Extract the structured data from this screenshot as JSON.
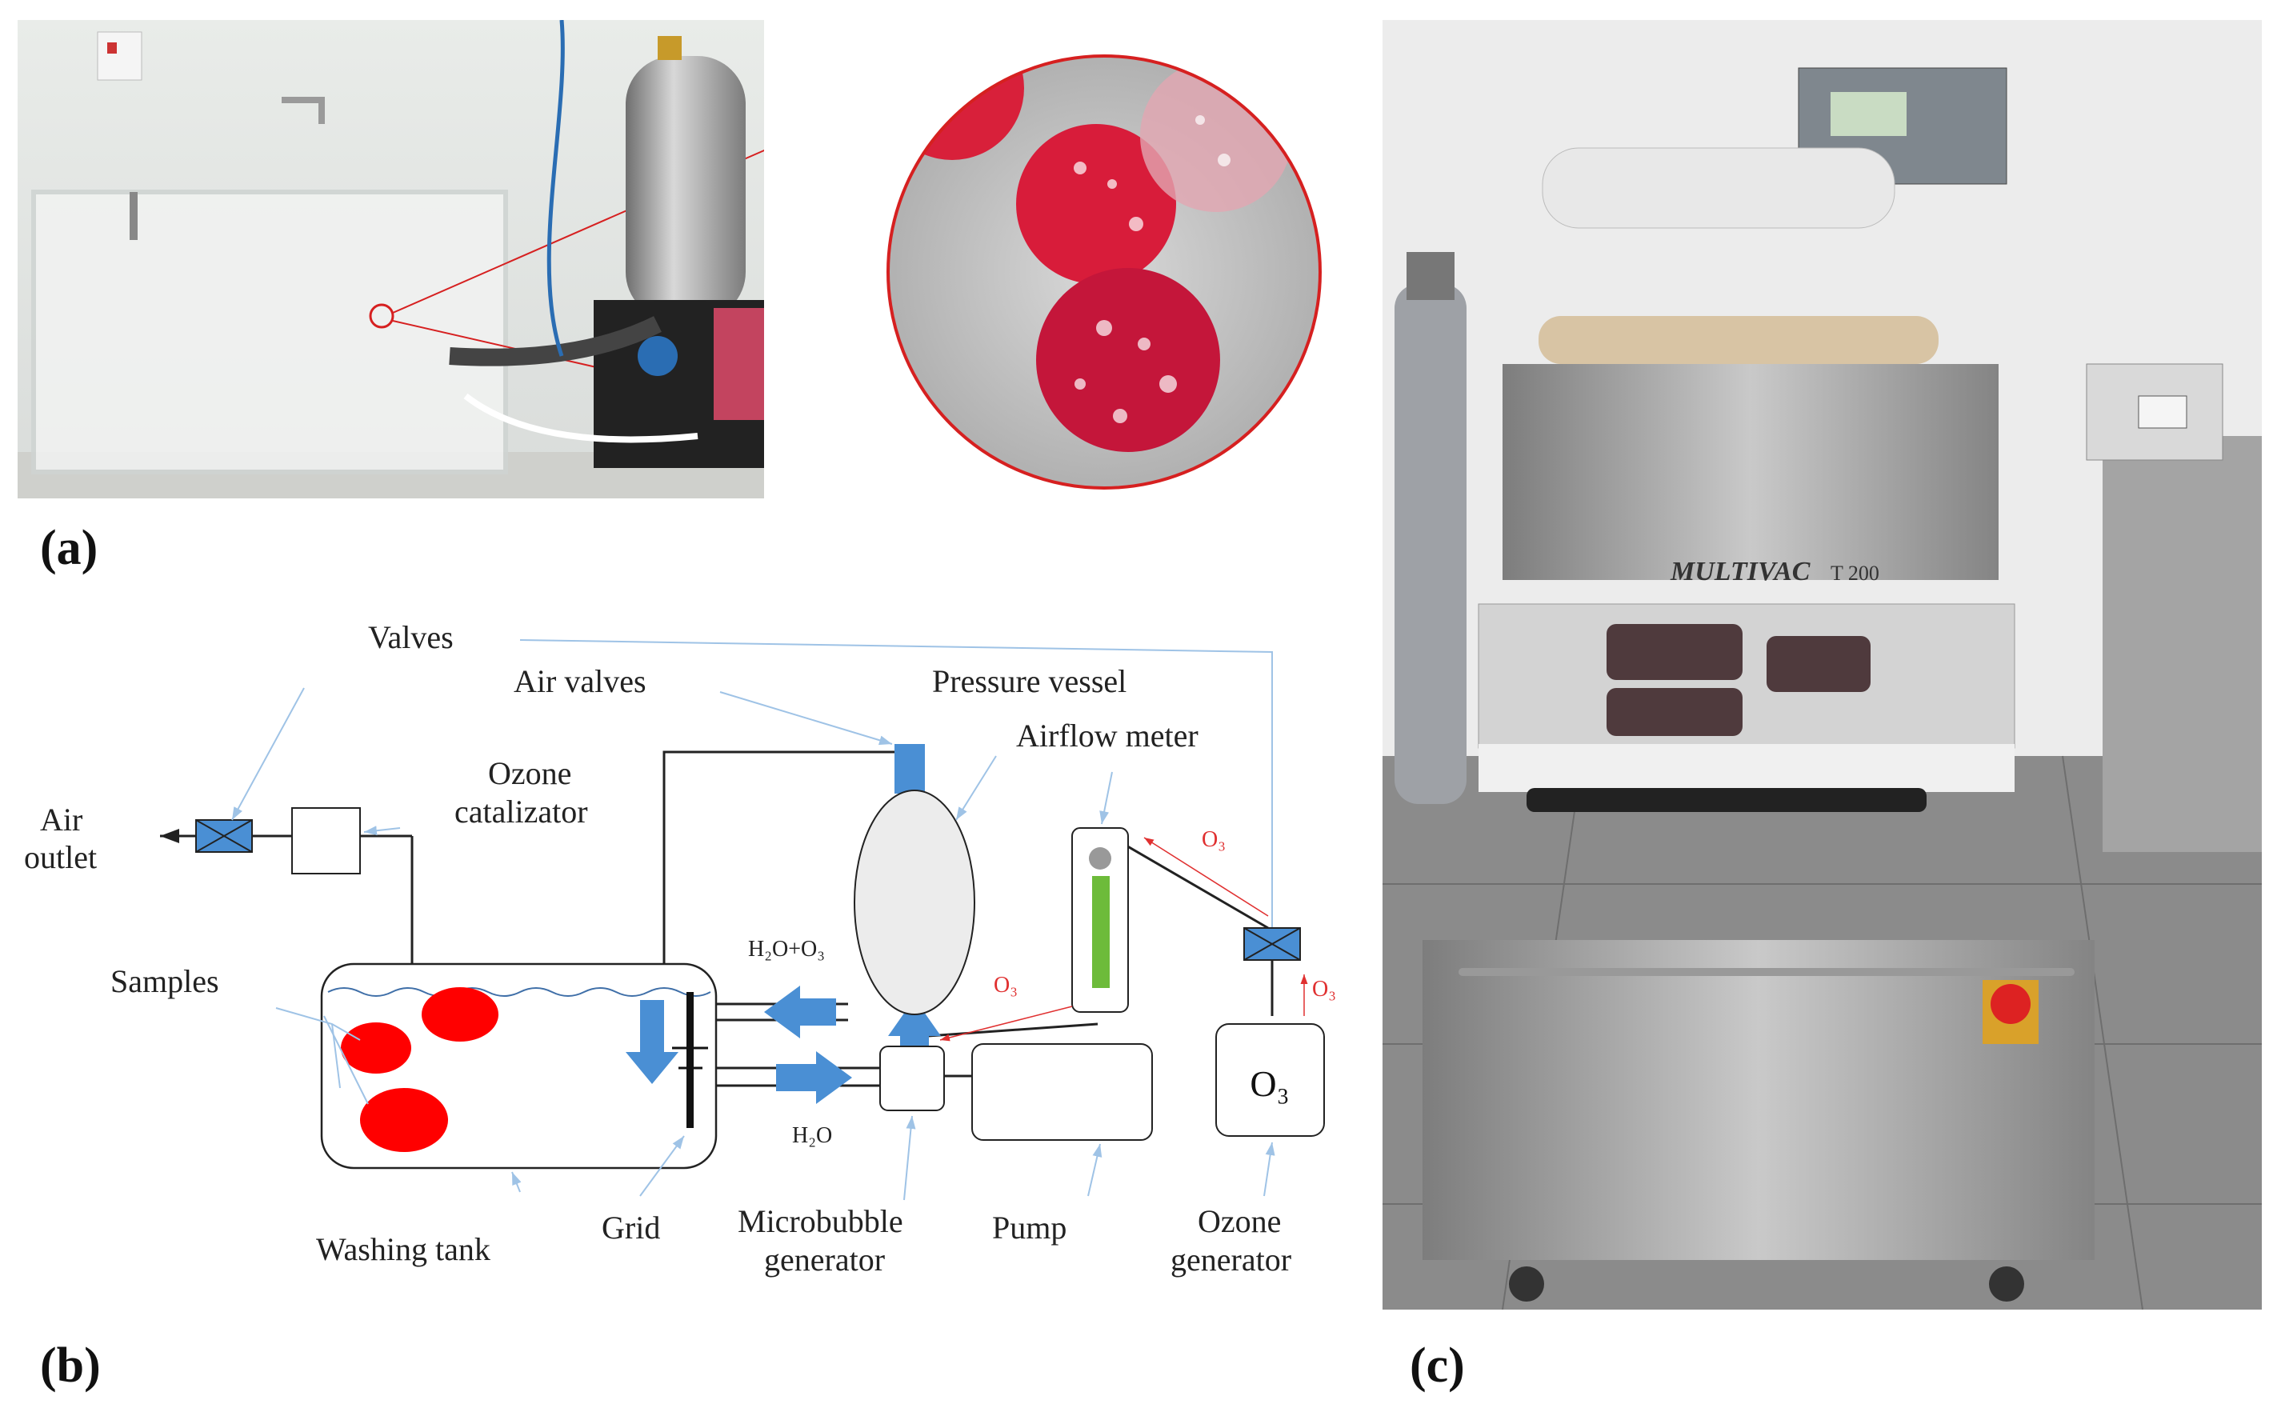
{
  "panels": {
    "a": "(a)",
    "b": "(b)",
    "c": "(c)"
  },
  "diagram": {
    "valves": "Valves",
    "air_outlet_line1": "Air",
    "air_outlet_line2": "outlet",
    "ozone_catalizator_line1": "Ozone",
    "ozone_catalizator_line2": "catalizator",
    "air_valves": "Air valves",
    "pressure_vessel": "Pressure vessel",
    "airflow_meter": "Airflow meter",
    "samples": "Samples",
    "h2o_o3": "H₂O+O₃",
    "h2o": "H₂O",
    "o3_a": "O₃",
    "o3_b": "O₃",
    "o3_c": "O₃",
    "o3_box": "O₃",
    "washing_tank": "Washing tank",
    "grid": "Grid",
    "microbubble_line1": "Microbubble",
    "microbubble_line2": "generator",
    "pump": "Pump",
    "ozone_gen_line1": "Ozone",
    "ozone_gen_line2": "generator"
  },
  "photo_c": {
    "machine_brand": "MULTIVAC",
    "machine_model": "T 200"
  },
  "colors": {
    "blue_arrow": "#4a8fd4",
    "valve_fill": "#4a8fd4",
    "sample_red": "#ff0000",
    "ozone_red": "#e03030",
    "leader": "#9fc3e6",
    "meter_green": "#6dbb3a"
  }
}
